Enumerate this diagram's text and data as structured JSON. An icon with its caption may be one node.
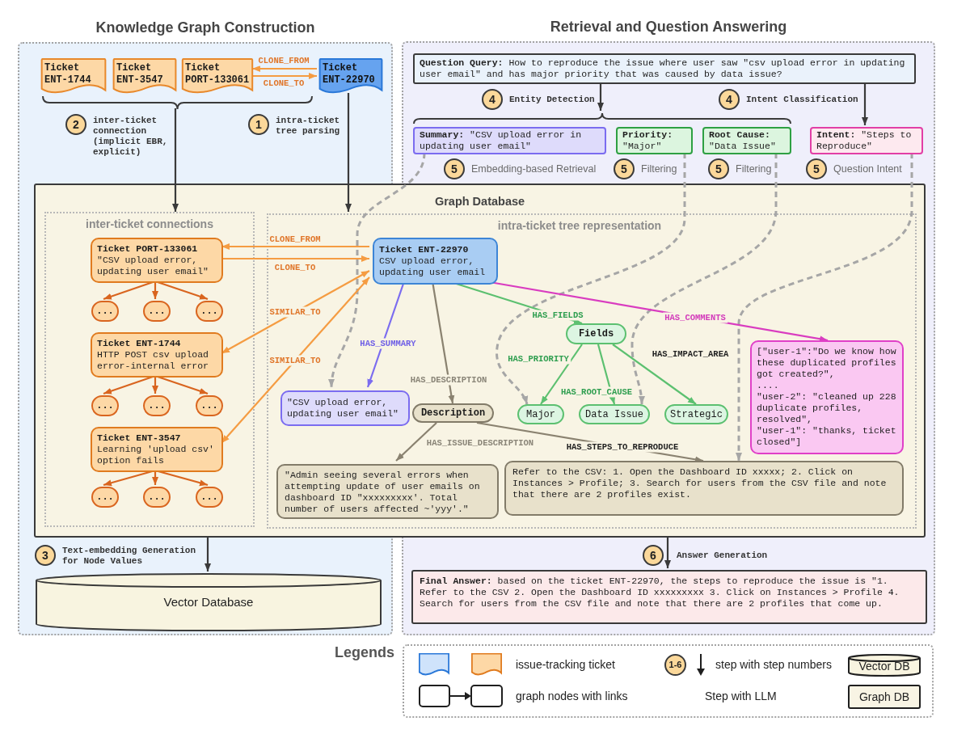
{
  "diagram": {
    "nodes": [
      {
        "text": [
          "Knowledge Graph Construction"
        ]
      },
      {
        "text": [
          "Ticket ENT-1744"
        ],
        "in": 0
      },
      {
        "text": [
          "Ticket ENT-3547"
        ],
        "in": 0
      },
      {
        "text": [
          "Ticket PORT-133061"
        ],
        "in": 0
      },
      {
        "text": [
          "Ticket ENT-22970"
        ],
        "in": 0
      },
      {
        "text": [
          "2"
        ],
        "beside": [
          "inter-ticket connection (implicit EBR, explicit)"
        ],
        "in": 0
      },
      {
        "text": [
          "1"
        ],
        "beside": [
          "intra-ticket tree parsing"
        ],
        "in": 0
      },
      {
        "text": [
          "Retrieval and Question Answering"
        ]
      },
      {
        "text": [
          "**Question Query:** How to reproduce the issue where user saw \"csv upload error in updating user email\" and has major priority that was caused by data issue?"
        ],
        "in": 7
      },
      {
        "text": [
          "4"
        ],
        "beside": [
          "Entity Detection"
        ],
        "in": 7
      },
      {
        "text": [
          "4"
        ],
        "beside": [
          "Intent Classification"
        ],
        "in": 7
      },
      {
        "text": [
          "**Summary:** \"CSV upload error in updating user email\""
        ],
        "in": 7
      },
      {
        "text": [
          "**Priority:** \"Major\""
        ],
        "in": 7
      },
      {
        "text": [
          "**Root Cause:** \"Data Issue\""
        ],
        "in": 7
      },
      {
        "text": [
          "**Intent:** \"Steps to Reproduce\""
        ],
        "in": 7
      },
      {
        "text": [
          "5"
        ],
        "beside": [
          "Embedding-based Retrieval"
        ],
        "in": 7
      },
      {
        "text": [
          "5"
        ],
        "beside": [
          "Filtering"
        ],
        "in": 7
      },
      {
        "text": [
          "5"
        ],
        "beside": [
          "Filtering"
        ],
        "in": 7
      },
      {
        "text": [
          "5"
        ],
        "beside": [
          "Question Intent"
        ],
        "in": 7
      },
      {
        "text": [
          "Graph Database"
        ]
      },
      {
        "text": [
          "inter-ticket connections"
        ]
      },
      {
        "text": [
          "Ticket PORT-133061",
          "\"CSV upload error, updating user email\""
        ],
        "in": 20
      },
      {
        "text": [
          "..."
        ],
        "in": 20
      },
      {
        "text": [
          "..."
        ],
        "in": 20
      },
      {
        "text": [
          "..."
        ],
        "in": 20
      },
      {
        "text": [
          "Ticket ENT-1744",
          "HTTP POST csv upload error-internal error"
        ],
        "in": 20
      },
      {
        "text": [
          "..."
        ],
        "in": 20
      },
      {
        "text": [
          "..."
        ],
        "in": 20
      },
      {
        "text": [
          "..."
        ],
        "in": 20
      },
      {
        "text": [
          "Ticket ENT-3547",
          "Learning 'upload csv' option fails"
        ],
        "in": 20
      },
      {
        "text": [
          "..."
        ],
        "in": 20
      },
      {
        "text": [
          "..."
        ],
        "in": 20
      },
      {
        "text": [
          "..."
        ],
        "in": 20
      },
      {
        "text": [
          "intra-ticket tree representation"
        ],
        "in": 19
      },
      {
        "text": [
          "Ticket ENT-22970",
          "CSV upload error, updating user email"
        ],
        "in": 33
      },
      {
        "text": [
          "\"CSV upload error, updating user email\""
        ],
        "in": 33
      },
      {
        "text": [
          "Description"
        ]
      },
      {
        "text": [
          "Fields"
        ]
      },
      {
        "text": [
          "Major"
        ]
      },
      {
        "text": [
          "Data Issue"
        ]
      },
      {
        "text": [
          "Strategic"
        ]
      },
      {
        "text": [
          "[\"user-1\":\"Do we know how these duplicated profiles got created?\",",
          "....",
          "\"user-2\": \"cleaned up 228 duplicate profiles, resolved\",",
          "\"user-1\": \"thanks, ticket closed\"]"
        ]
      },
      {
        "text": [
          "\"Admin seeing several errors when attempting update of user emails on dashboard ID \"xxxxxxxxx'. Total number of users affected ~'yyy'.\""
        ],
        "in": 33
      },
      {
        "text": [
          "Refer to the CSV: 1. Open the Dashboard ID xxxxx; 2. Click on Instances > Profile; 3. Search for users from the CSV file and note that there are 2 profiles exist."
        ]
      },
      {
        "text": [
          "3"
        ],
        "beside": [
          "Text-embedding Generation for Node Values"
        ],
        "in": 0
      },
      {
        "text": [
          "Vector Database"
        ],
        "in": 0
      },
      {
        "text": [
          "6"
        ],
        "beside": [
          "Answer Generation"
        ],
        "in": 7
      },
      {
        "text": [
          "**Final Answer:** based on the ticket ENT-22970, the steps to reproduce the issue is \"1. Refer to the CSV 2. Open the Dashboard ID xxxxxxxxx 3. Click on Instances > Profile 4. Search for users from the CSV file and note that there are 2 profiles that come up."
        ],
        "in": 7
      },
      {
        "text": [],
        "shape": "brace",
        "in": 0
      },
      {
        "text": [],
        "shape": "brace",
        "in": 7
      },
      {
        "text": [
          "1-6"
        ]
      }
    ],
    "edges": [
      {
        "from": 4,
        "to": 3,
        "arrow": "to",
        "label": "CLONE_FROM",
        "color": "#f59c42"
      },
      {
        "from": 3,
        "to": 4,
        "arrow": "to",
        "label": "CLONE_TO",
        "color": "#f59c42"
      },
      {
        "from": 48,
        "to": 20,
        "arrow": "to",
        "color": "#3a3a3a"
      },
      {
        "from": 4,
        "to": 33,
        "arrow": "to",
        "color": "#3a3a3a"
      },
      {
        "from": 8,
        "to": 49,
        "arrow": "to",
        "color": "#3a3a3a"
      },
      {
        "from": 8,
        "to": 14,
        "arrow": "to",
        "color": "#3a3a3a"
      },
      {
        "from": 11,
        "to": 35,
        "arrow": "to",
        "style": "dashed",
        "color": "#a6a6a6"
      },
      {
        "from": 12,
        "to": 38,
        "arrow": "to",
        "style": "dashed",
        "color": "#a6a6a6"
      },
      {
        "from": 13,
        "to": 39,
        "arrow": "to",
        "style": "dashed",
        "color": "#a6a6a6"
      },
      {
        "from": 14,
        "to": 43,
        "arrow": "to",
        "style": "dashed",
        "color": "#a6a6a6"
      },
      {
        "from": 34,
        "to": 21,
        "arrow": "to",
        "label": "CLONE_FROM",
        "color": "#f59c42"
      },
      {
        "from": 21,
        "to": 34,
        "arrow": "to",
        "label": "CLONE_TO",
        "color": "#f59c42"
      },
      {
        "from": 34,
        "to": 25,
        "arrow": "both",
        "label": "SIMILAR_TO",
        "color": "#f59c42"
      },
      {
        "from": 34,
        "to": 29,
        "arrow": "both",
        "label": "SIMILAR_TO",
        "color": "#f59c42"
      },
      {
        "from": 21,
        "to": 22,
        "arrow": "to"
      },
      {
        "from": 21,
        "to": 23,
        "arrow": "to"
      },
      {
        "from": 21,
        "to": 24,
        "arrow": "to"
      },
      {
        "from": 25,
        "to": 26,
        "arrow": "to"
      },
      {
        "from": 25,
        "to": 27,
        "arrow": "to"
      },
      {
        "from": 25,
        "to": 28,
        "arrow": "to"
      },
      {
        "from": 29,
        "to": 30,
        "arrow": "to"
      },
      {
        "from": 29,
        "to": 31,
        "arrow": "to"
      },
      {
        "from": 29,
        "to": 32,
        "arrow": "to"
      },
      {
        "from": 34,
        "to": 35,
        "arrow": "to",
        "label": "HAS_SUMMARY",
        "color": "#7b6cf0"
      },
      {
        "from": 34,
        "to": 36,
        "arrow": "to",
        "label": "HAS_DESCRIPTION",
        "color": "#8a8270"
      },
      {
        "from": 34,
        "to": 37,
        "arrow": "to",
        "label": "HAS_FIELDS",
        "color": "#5cc070"
      },
      {
        "from": 34,
        "to": 41,
        "arrow": "to",
        "label": "HAS_COMMENTS",
        "color": "#d93cc0"
      },
      {
        "from": 37,
        "to": 38,
        "arrow": "to",
        "label": "HAS_PRIORITY",
        "color": "#5cc070"
      },
      {
        "from": 37,
        "to": 39,
        "arrow": "to",
        "label": "HAS_ROOT_CAUSE",
        "color": "#5cc070"
      },
      {
        "from": 37,
        "to": 40,
        "arrow": "to",
        "label": "HAS_IMPACT_AREA",
        "color": "#5cc070"
      },
      {
        "from": 36,
        "to": 42,
        "arrow": "to",
        "label": "HAS_ISSUE_DESCRIPTION",
        "color": "#8a8270"
      },
      {
        "from": 36,
        "to": 43,
        "arrow": "to",
        "label": "HAS_STEPS_TO_REPRODUCE",
        "color": "#8a8270"
      },
      {
        "from": 19,
        "to": 45,
        "arrow": "to",
        "color": "#3a3a3a"
      },
      {
        "from": 19,
        "to": 47,
        "arrow": "to",
        "color": "#3a3a3a"
      }
    ],
    "labels": [
      "Legends"
    ],
    "legend": [
      {
        "text": "issue-tracking ticket"
      },
      {
        "text": "graph nodes with links"
      },
      {
        "text": "step with step numbers"
      },
      {
        "text": "Step with LLM"
      },
      {
        "text": "Vector DB"
      },
      {
        "text": "Graph DB"
      }
    ]
  }
}
